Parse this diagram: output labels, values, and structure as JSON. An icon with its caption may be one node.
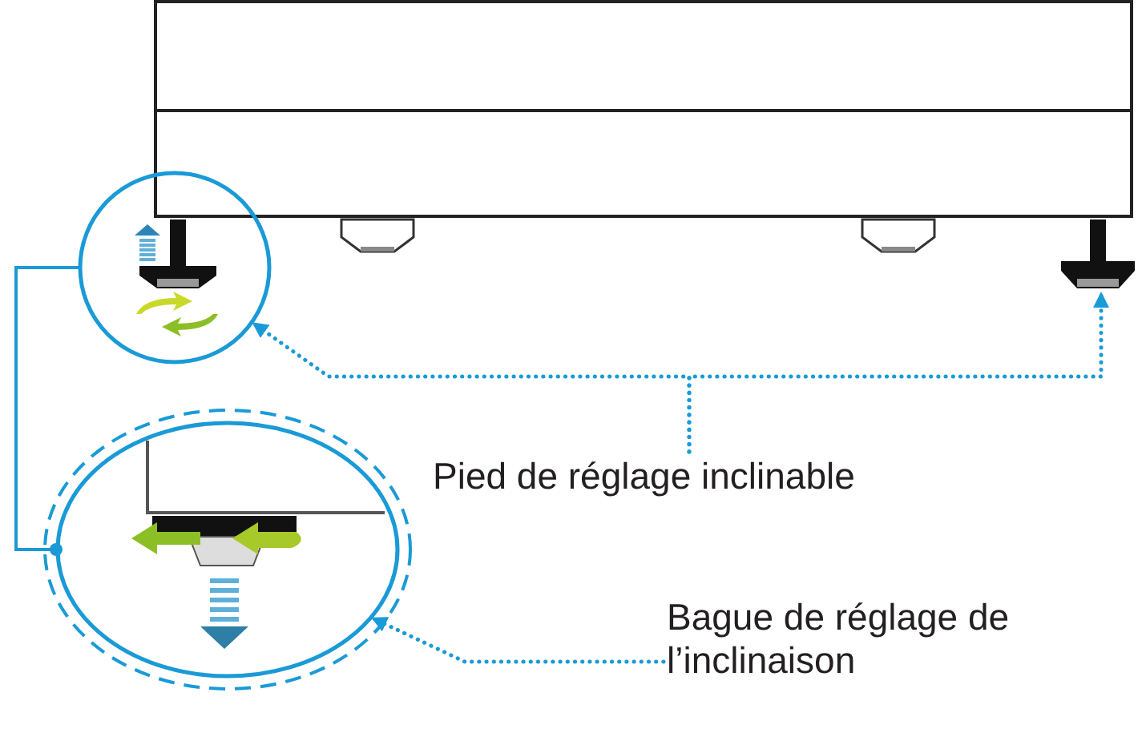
{
  "diagram": {
    "nodes": [
      {
        "text": [
          "Pied de réglage inclinable"
        ]
      },
      {
        "text": [],
        "shape": "circle"
      },
      {
        "text": [],
        "shape": "picture"
      },
      {
        "text": [
          "Bague de réglage de l’inclinaison"
        ]
      },
      {
        "text": [],
        "shape": "circle"
      }
    ],
    "edges": [
      {
        "from": 0,
        "to": 1,
        "arrow": "to",
        "style": "dashed"
      },
      {
        "from": 0,
        "to": 2,
        "arrow": "to",
        "style": "dashed"
      },
      {
        "from": 3,
        "to": 4,
        "arrow": "to",
        "style": "dashed"
      },
      {
        "from": 1,
        "to": 4,
        "arrow": "other"
      }
    ]
  }
}
